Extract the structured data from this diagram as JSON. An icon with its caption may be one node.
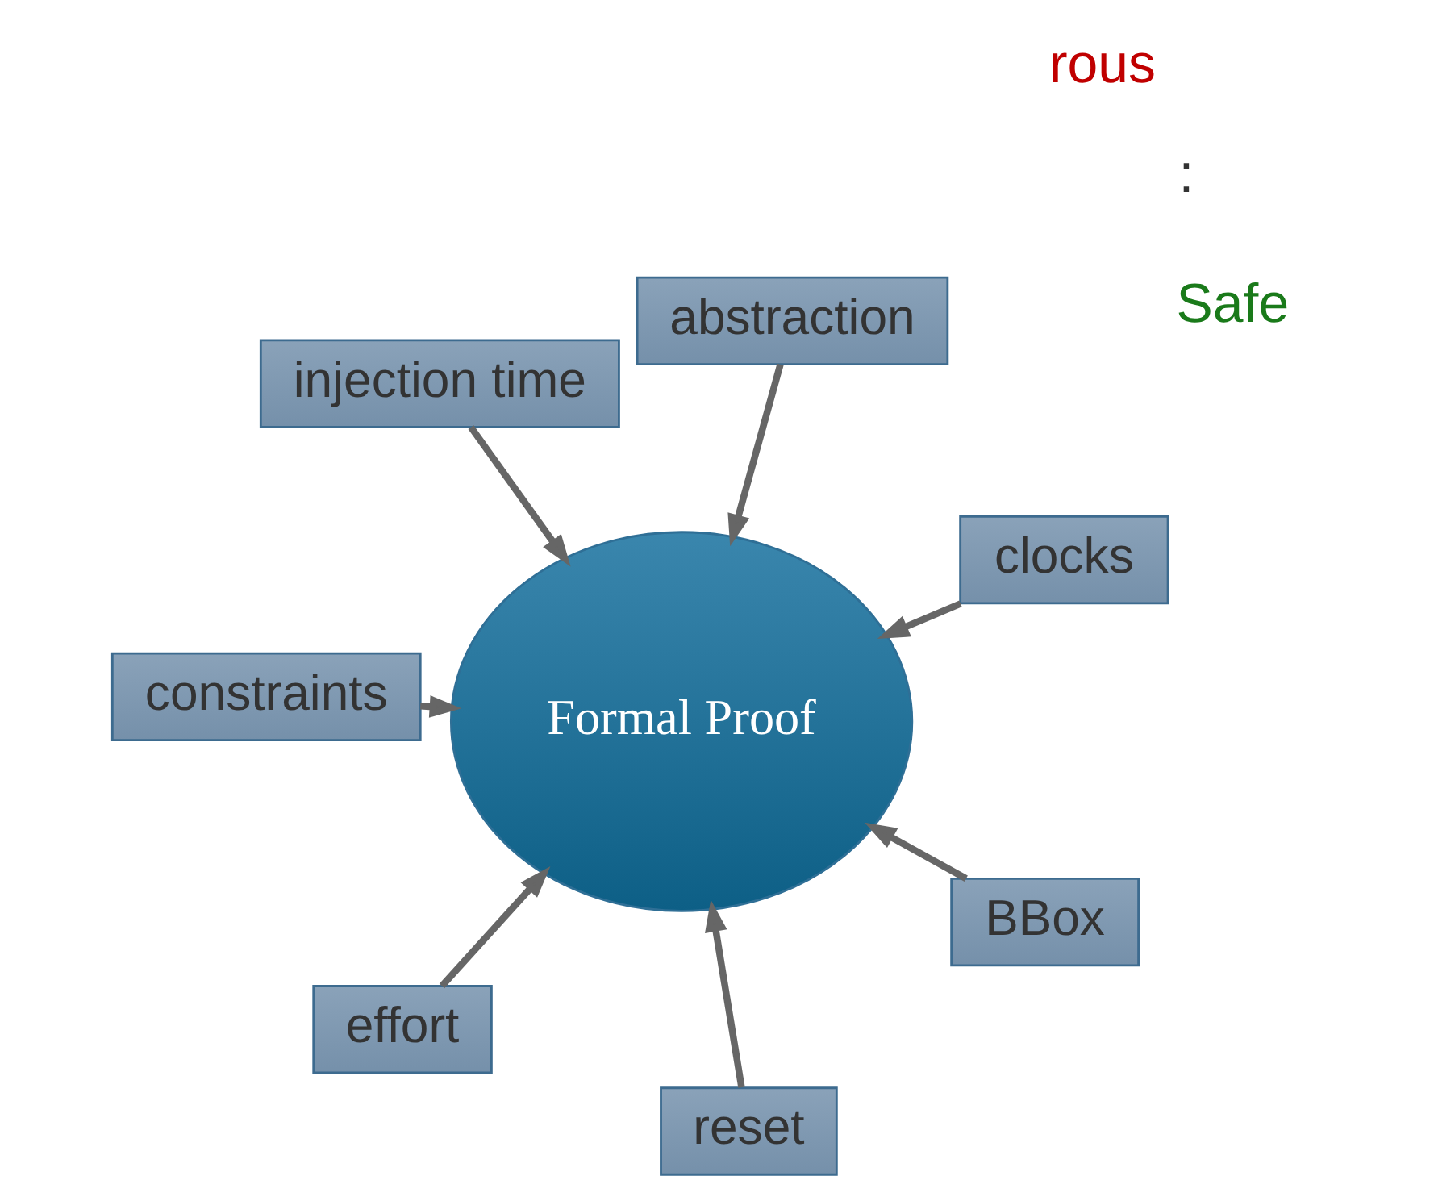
{
  "diagram": {
    "nodes": [
      {
        "text": [
          "constraints"
        ]
      },
      {
        "text": [
          "clocks"
        ]
      },
      {
        "text": [
          "reset"
        ]
      },
      {
        "text": [
          "abstraction"
        ]
      },
      {
        "text": [
          "Formal Proof"
        ]
      },
      {
        "text": [
          "injection time"
        ]
      },
      {
        "text": [
          "effort"
        ]
      },
      {
        "text": [
          "BBox"
        ]
      }
    ],
    "edges": [
      {
        "from": 0,
        "to": 4,
        "arrow": "to"
      },
      {
        "from": 1,
        "to": 4,
        "arrow": "to"
      },
      {
        "from": 2,
        "to": 4,
        "arrow": "to"
      },
      {
        "from": 3,
        "to": 4,
        "arrow": "to"
      },
      {
        "from": 5,
        "to": 4,
        "arrow": "to"
      },
      {
        "from": 6,
        "to": 4,
        "arrow": "to"
      },
      {
        "from": 7,
        "to": 4,
        "arrow": "to"
      }
    ],
    "labels": [
      "rous",
      ":",
      "Safe"
    ]
  }
}
